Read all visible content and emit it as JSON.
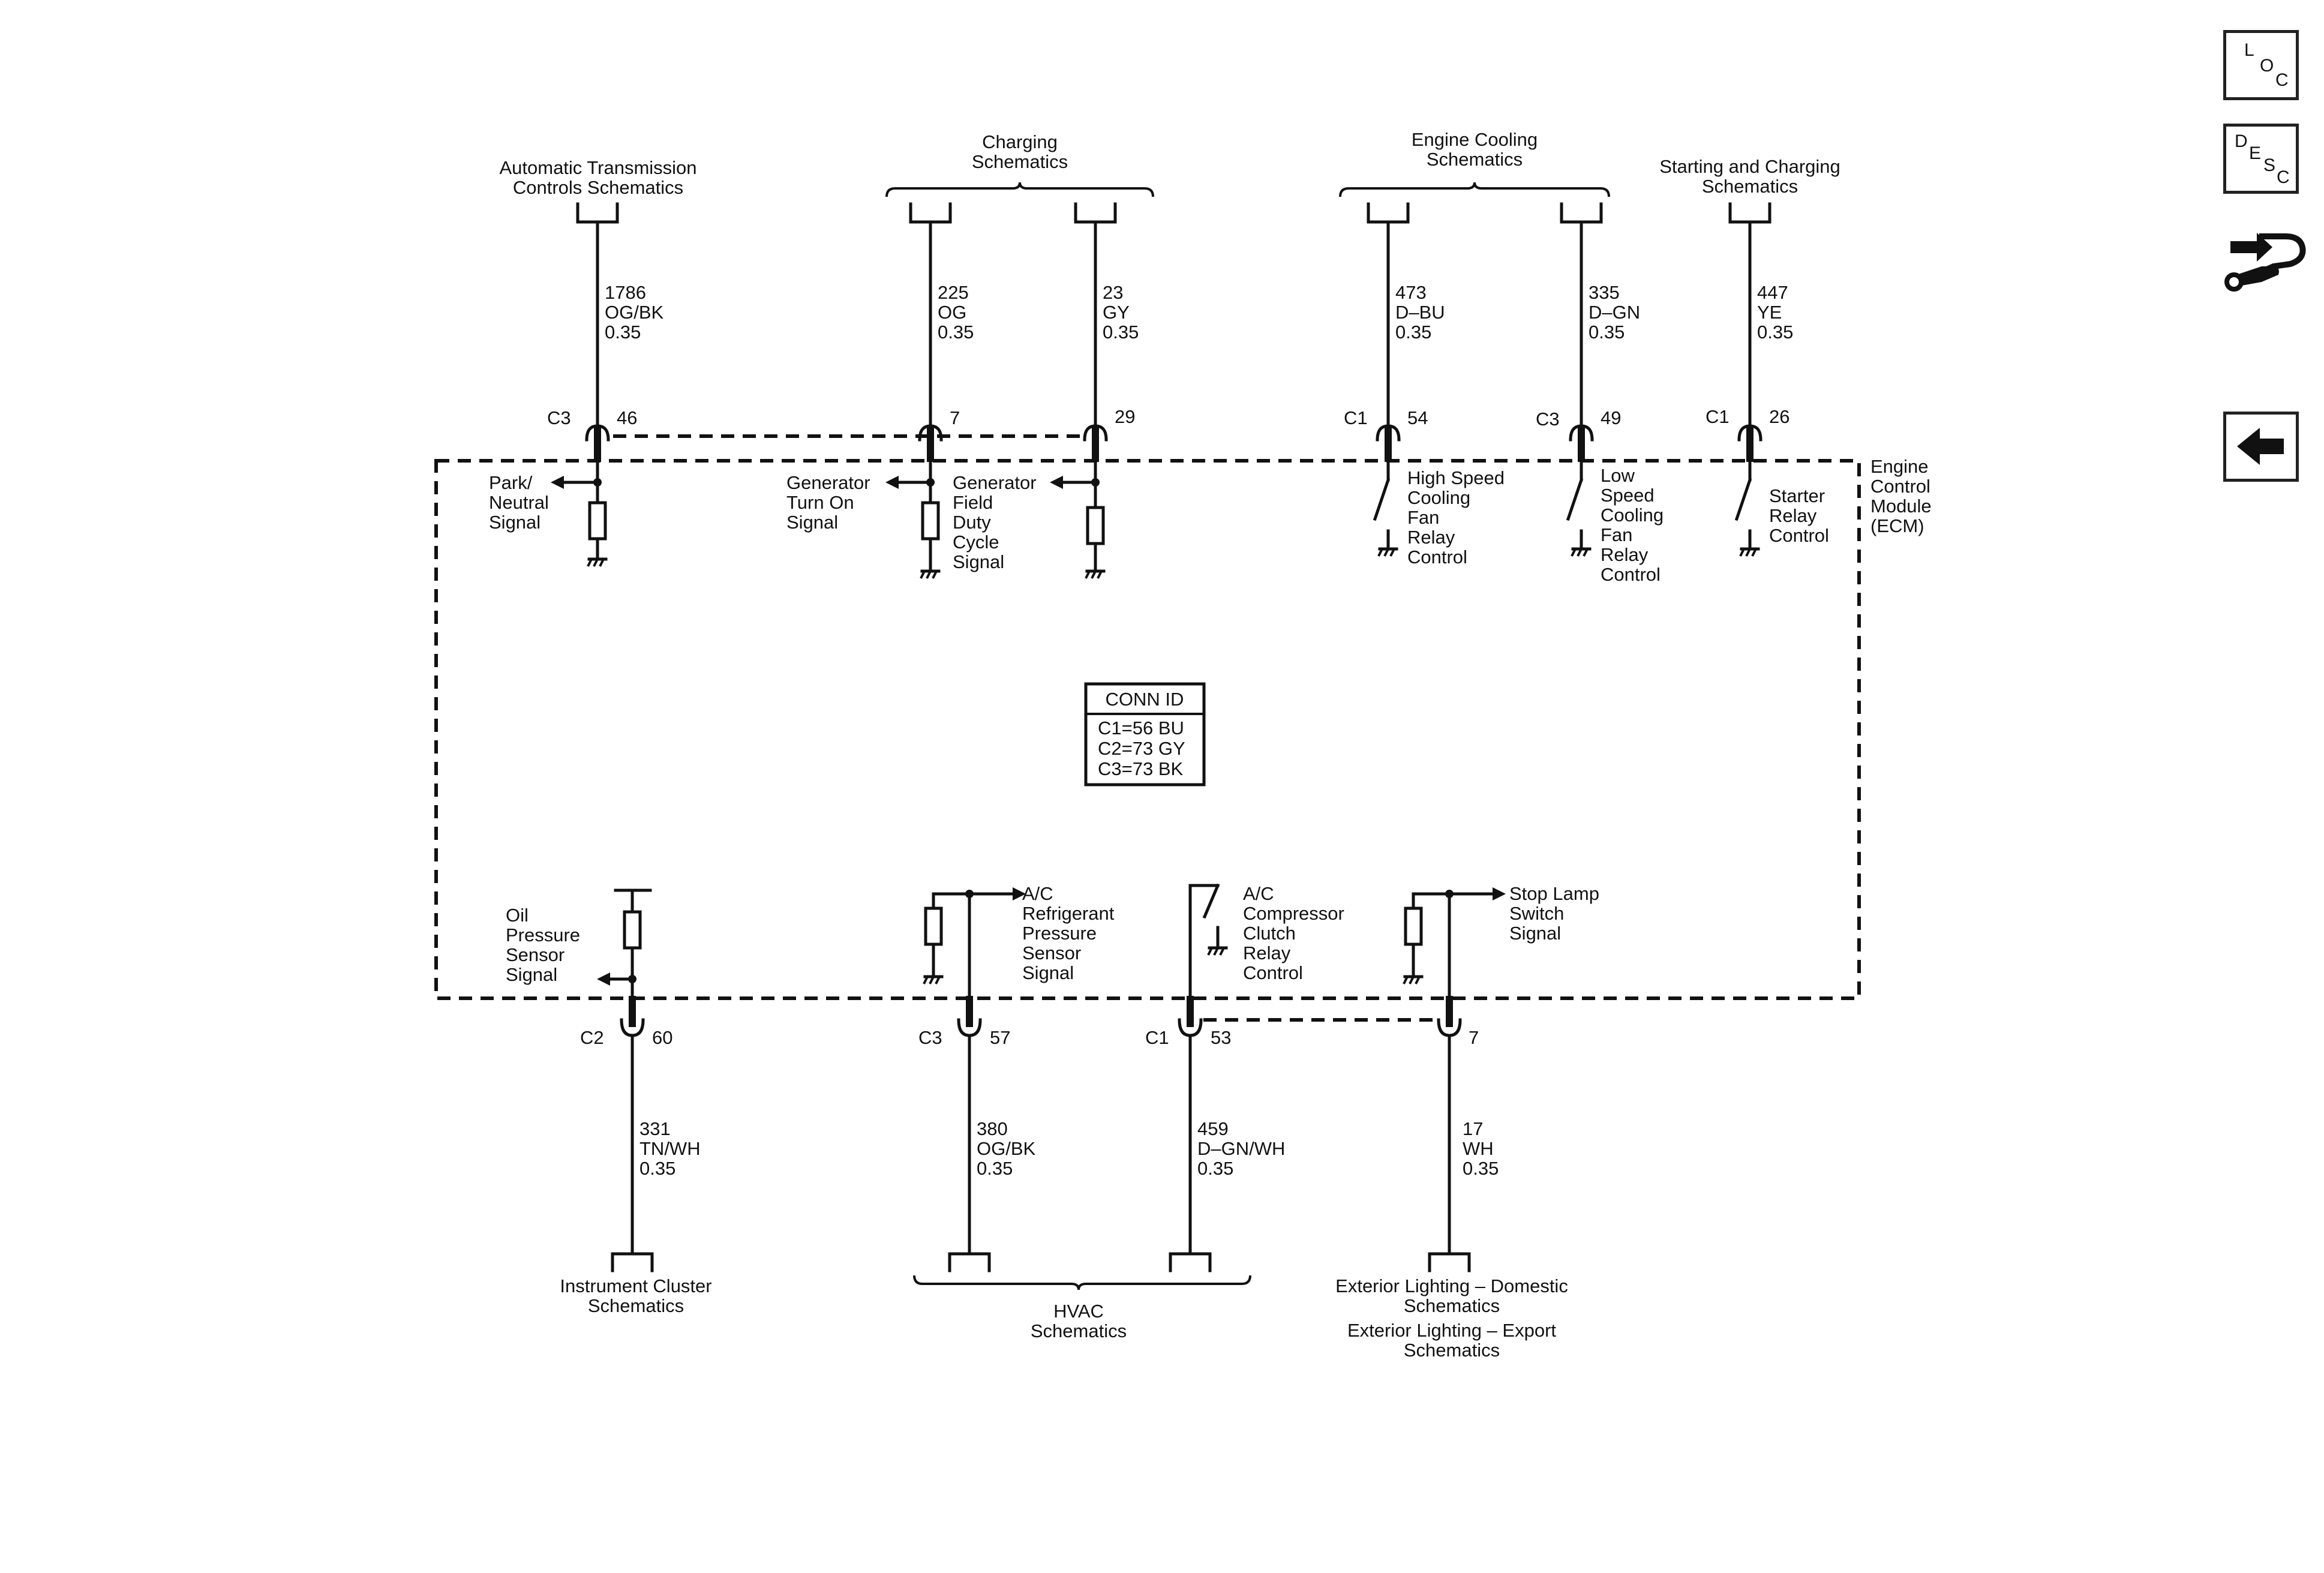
{
  "references": {
    "auto_trans": [
      "Automatic Transmission",
      "Controls Schematics"
    ],
    "charging": [
      "Charging",
      "Schematics"
    ],
    "engine_cooling": [
      "Engine Cooling",
      "Schematics"
    ],
    "starting_charging": [
      "Starting and Charging",
      "Schematics"
    ],
    "instrument_cluster": [
      "Instrument Cluster",
      "Schematics"
    ],
    "hvac": [
      "HVAC",
      "Schematics"
    ],
    "ext_lighting_domestic": [
      "Exterior Lighting – Domestic",
      "Schematics"
    ],
    "ext_lighting_export": [
      "Exterior Lighting – Export",
      "Schematics"
    ]
  },
  "circuits": {
    "c1786": [
      "1786",
      "OG/BK",
      "0.35"
    ],
    "c225": [
      "225",
      "OG",
      "0.35"
    ],
    "c23": [
      "23",
      "GY",
      "0.35"
    ],
    "c473": [
      "473",
      "D–BU",
      "0.35"
    ],
    "c335": [
      "335",
      "D–GN",
      "0.35"
    ],
    "c447": [
      "447",
      "YE",
      "0.35"
    ],
    "c331": [
      "331",
      "TN/WH",
      "0.35"
    ],
    "c380": [
      "380",
      "OG/BK",
      "0.35"
    ],
    "c459": [
      "459",
      "D–GN/WH",
      "0.35"
    ],
    "c17": [
      "17",
      "WH",
      "0.35"
    ]
  },
  "connectors": {
    "c3_46": {
      "conn": "C3",
      "pin": "46"
    },
    "c_7": {
      "pin": "7"
    },
    "c_29": {
      "pin": "29"
    },
    "c1_54": {
      "conn": "C1",
      "pin": "54"
    },
    "c3_49": {
      "conn": "C3",
      "pin": "49"
    },
    "c1_26": {
      "conn": "C1",
      "pin": "26"
    },
    "c2_60": {
      "conn": "C2",
      "pin": "60"
    },
    "c3_57": {
      "conn": "C3",
      "pin": "57"
    },
    "c1_53": {
      "conn": "C1",
      "pin": "53"
    },
    "c_7b": {
      "pin": "7"
    }
  },
  "signals": {
    "park_neutral": [
      "Park/",
      "Neutral",
      "Signal"
    ],
    "gen_turn_on": [
      "Generator",
      "Turn On",
      "Signal"
    ],
    "gen_field": [
      "Generator",
      "Field",
      "Duty",
      "Cycle",
      "Signal"
    ],
    "hs_fan": [
      "High Speed",
      "Cooling",
      "Fan",
      "Relay",
      "Control"
    ],
    "ls_fan": [
      "Low",
      "Speed",
      "Cooling",
      "Fan",
      "Relay",
      "Control"
    ],
    "starter": [
      "Starter",
      "Relay",
      "Control"
    ],
    "oil_pressure": [
      "Oil",
      "Pressure",
      "Sensor",
      "Signal"
    ],
    "ac_refrigerant": [
      "A/C",
      "Refrigerant",
      "Pressure",
      "Sensor",
      "Signal"
    ],
    "ac_clutch": [
      "A/C",
      "Compressor",
      "Clutch",
      "Relay",
      "Control"
    ],
    "stop_lamp": [
      "Stop Lamp",
      "Switch",
      "Signal"
    ]
  },
  "module": {
    "label": [
      "Engine",
      "Control",
      "Module",
      "(ECM)"
    ]
  },
  "conn_id": {
    "title": "CONN ID",
    "lines": [
      "C1=56 BU",
      "C2=73 GY",
      "C3=73 BK"
    ]
  },
  "side_buttons": {
    "loc": {
      "letters": [
        "L",
        "O",
        "C"
      ],
      "icon": "loc-icon"
    },
    "desc": {
      "letters": [
        "D",
        "E",
        "S",
        "C"
      ],
      "icon": "desc-icon"
    },
    "connector_icon": "hand-wrench-icon",
    "back_icon": "back-arrow-icon"
  }
}
